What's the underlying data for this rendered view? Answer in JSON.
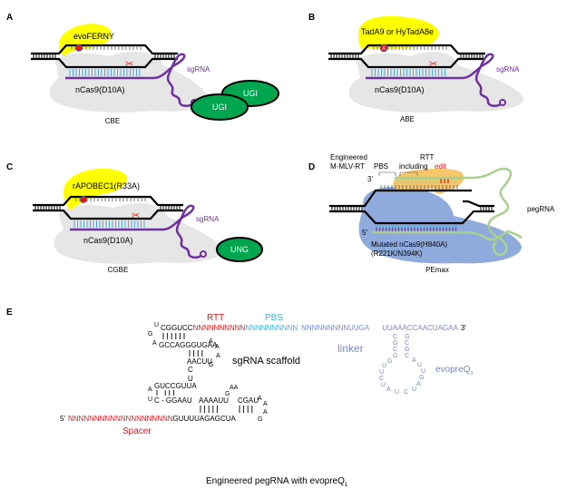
{
  "colors": {
    "yellow": "#ffff00",
    "protein_gray": "#e6e6e6",
    "purple": "#7030a0",
    "blue_rungs": "#4fa6e0",
    "green_ugi": "#00a550",
    "red": "#e8141c",
    "orange_rt": "#f7c56a",
    "blue_cas": "#8faadc",
    "green_peg": "#a9d18e",
    "pbs_cyan": "#33b5e5",
    "linker_blue": "#7888c8"
  },
  "panels": {
    "A": {
      "letter": "A",
      "deaminase": "evoFERNY",
      "cas": "nCas9(D10A)",
      "guide": "sgRNA",
      "accessories": [
        "UGI",
        "UGI"
      ],
      "caption": "CBE"
    },
    "B": {
      "letter": "B",
      "deaminase": "TadA9 or HyTadA8e",
      "cas": "nCas9(D10A)",
      "guide": "sgRNA",
      "base_mark": "A",
      "caption": "ABE"
    },
    "C": {
      "letter": "C",
      "deaminase": "rAPOBEC1(R33A)",
      "cas": "nCas9(D10A)",
      "guide": "sgRNA",
      "accessories": [
        "UNG"
      ],
      "caption": "CGBE"
    },
    "D": {
      "letter": "D",
      "rt_line1": "Engineered",
      "rt_line2": "M-MLV-RT",
      "pbs": "PBS",
      "rtt_line1": "RTT",
      "rtt_line2": "including",
      "rtt_edit": "edit",
      "three_prime": "3'",
      "five_prime": "5'",
      "guide": "pegRNA",
      "cas_line1": "Mutated nCas9(H840A)",
      "cas_line2": "(R221K/N394K)",
      "caption": "PEmax"
    },
    "E": {
      "letter": "E",
      "rtt_label": "RTT",
      "pbs_label": "PBS",
      "linker_label": "linker",
      "scaffold_label": "sgRNA scaffold",
      "evopreq_label": "evopreQ",
      "evopreq_sub": "1",
      "spacer_label": "Spacer",
      "five_prime": "5'",
      "three_prime": "3'",
      "spacer_seq": "NNNNNNNNNNNNNNNNNNNN",
      "stem_bottom_seq": "GUUUUAGAGCUA",
      "stem_bottom_top": "AAAAUU",
      "tetra_g": "G",
      "tetra_aa": "AA",
      "cgau": "CGAU",
      "nexus_left_top": "GUCCGUUA",
      "nexus_left_bot": "C - GGAAU",
      "nexus_a": "A",
      "nexus_u": "U",
      "link_u": "U",
      "link_c": "C",
      "hp1_top": "CGGUCC",
      "hp1_bot": "GCCAGGGUGAA",
      "hp1_loop_u": "U",
      "hp1_loop_g": "G",
      "hp1_loop_a": "A",
      "hp2_bot": "AACUU",
      "hp2_g": "G",
      "right_loop_a1": "A",
      "right_loop_a2": "A",
      "right_loop_a3": "A",
      "right_loop_a4": "A",
      "tail_a1": "A",
      "tail_a2": "A",
      "tail_a3": "A",
      "tail_g": "G",
      "rtt_seq": "NNNNNNNNNN",
      "pbs_seq": "NNNNNNNNNN",
      "linker_seq": "NNNNNNNNNUUGA",
      "tail_seq": "UUAAACCAACUAGAA",
      "pk_left": [
        "C",
        "G",
        "C",
        "G"
      ],
      "pk_right": [
        "G",
        "C",
        "G",
        "C"
      ],
      "pk_loop": [
        "G",
        "U",
        "U",
        "C",
        "U",
        "A",
        "U",
        "C",
        "U",
        "A",
        "G",
        "U",
        "U",
        "A"
      ],
      "caption": "Engineered pegRNA with evopreQ",
      "caption_sub": "1"
    }
  }
}
